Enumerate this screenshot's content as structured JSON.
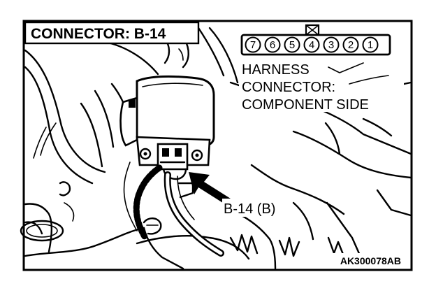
{
  "diagram": {
    "title": "CONNECTOR: B-14",
    "harness_note": [
      "HARNESS",
      "CONNECTOR:",
      "COMPONENT SIDE"
    ],
    "connector_label": "B-14 (B)",
    "figure_code": "AK300078AB",
    "pins": [
      "7",
      "6",
      "5",
      "4",
      "3",
      "2",
      "1"
    ]
  }
}
